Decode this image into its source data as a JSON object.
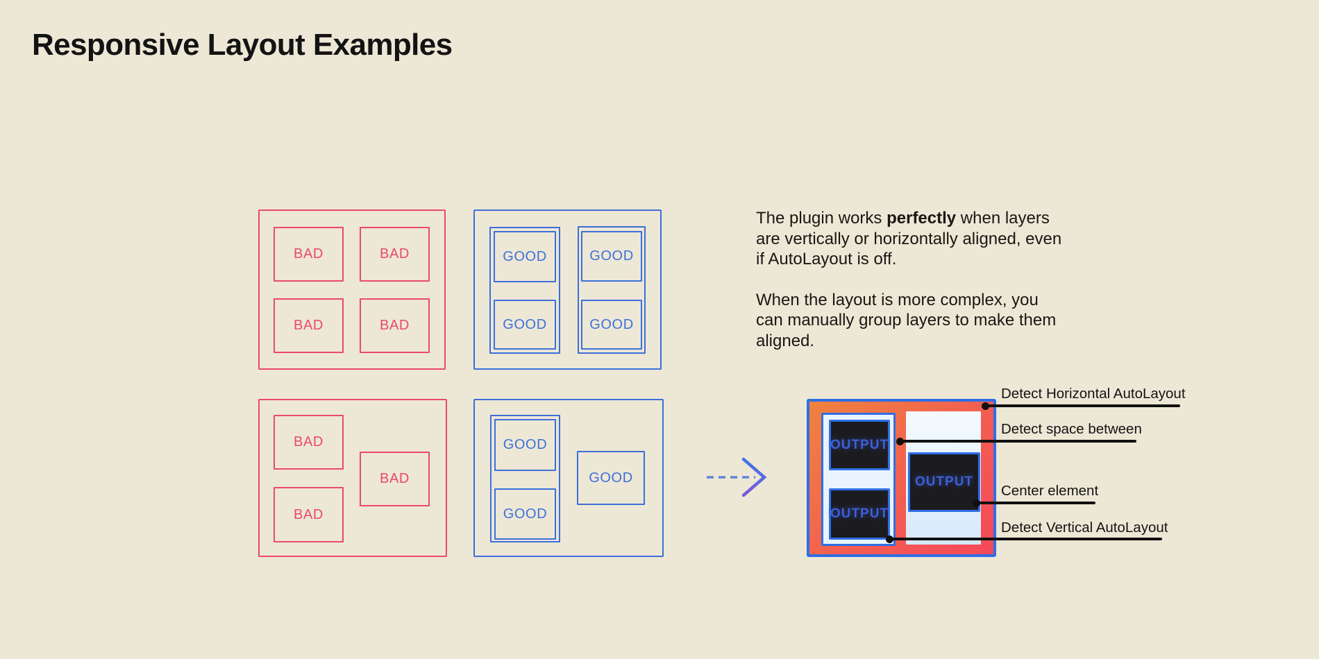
{
  "title": "Responsive Layout Examples",
  "colors": {
    "background": "#EDE7D6",
    "red": "#EB4A66",
    "blue": "#3C6FD9",
    "frame_blue": "#2E6FE6",
    "gradient_start": "#F0823F",
    "gradient_end": "#F6485A",
    "panel_light_blue": "#D9EAFB",
    "dark_box": "#1C1C20",
    "output_text_blue": "#3D5FD8",
    "ink": "#121212"
  },
  "examples": {
    "aligned_bad": {
      "cells": [
        "BAD",
        "BAD",
        "BAD",
        "BAD"
      ]
    },
    "aligned_good": {
      "cells": [
        "GOOD",
        "GOOD",
        "GOOD",
        "GOOD"
      ]
    },
    "complex_bad": {
      "cells": [
        "BAD",
        "BAD",
        "BAD"
      ]
    },
    "complex_good": {
      "cells": [
        "GOOD",
        "GOOD",
        "GOOD"
      ]
    }
  },
  "description": {
    "p1_before": "The plugin works ",
    "p1_bold": "perfectly",
    "p1_after": " when layers are vertically or horizontally aligned, even if AutoLayout is off.",
    "p2": "When the layout is more complex, you can manually group layers to make them aligned."
  },
  "arrow_icon": "dashed-arrow-right",
  "output_preview": {
    "cells": [
      "OUTPUT",
      "OUTPUT",
      "OUTPUT"
    ]
  },
  "annotations": [
    {
      "label": "Detect Horizontal AutoLayout"
    },
    {
      "label": "Detect space between"
    },
    {
      "label": "Center element"
    },
    {
      "label": "Detect Vertical AutoLayout"
    }
  ]
}
